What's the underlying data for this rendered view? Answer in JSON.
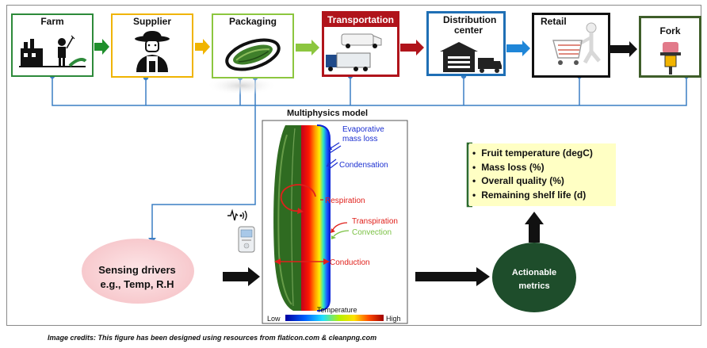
{
  "stages": [
    {
      "id": "farm",
      "label": "Farm",
      "border": "#2d8a3a"
    },
    {
      "id": "supplier",
      "label": "Supplier",
      "border": "#f0b400"
    },
    {
      "id": "packaging",
      "label": "Packaging",
      "border": "#8cc63f"
    },
    {
      "id": "transportation",
      "label": "Transportation",
      "border": "#b0141b"
    },
    {
      "id": "distribution",
      "label": "Distribution center",
      "border": "#1f6fb5"
    },
    {
      "id": "retail",
      "label": "Retail",
      "border": "#111111"
    },
    {
      "id": "fork",
      "label": "Fork",
      "border": "#3f5e2a"
    }
  ],
  "model": {
    "title": "Multiphysics model",
    "scale_title": "Temperature",
    "scale_low": "Low",
    "scale_high": "High",
    "annotations": {
      "evaporative": "Evaporative",
      "mass_loss": "mass loss",
      "condensation": "Condensation",
      "respiration": "Respiration",
      "transpiration": "Transpiration",
      "convection": "Convection",
      "conduction": "Conduction"
    }
  },
  "sensing": {
    "line1": "Sensing drivers",
    "line2": "e.g., Temp, R.H"
  },
  "actionable": {
    "line1": "Actionable",
    "line2": "metrics"
  },
  "metrics": [
    "Fruit temperature (degC)",
    "Mass loss (%)",
    "Overall quality (%)",
    "Remaining shelf life (d)"
  ],
  "caption": "Image credits: This figure has been designed using resources from flaticon.com & cleanpng.com",
  "colors": {
    "network": "#3a7ec4",
    "dark_green": "#1e4d2b",
    "pink": "#f9d3d6",
    "blue_text": "#1b2fd1",
    "red_text": "#e0201b",
    "green_text": "#7ac143",
    "metrics_bg": "#ffffc4"
  }
}
